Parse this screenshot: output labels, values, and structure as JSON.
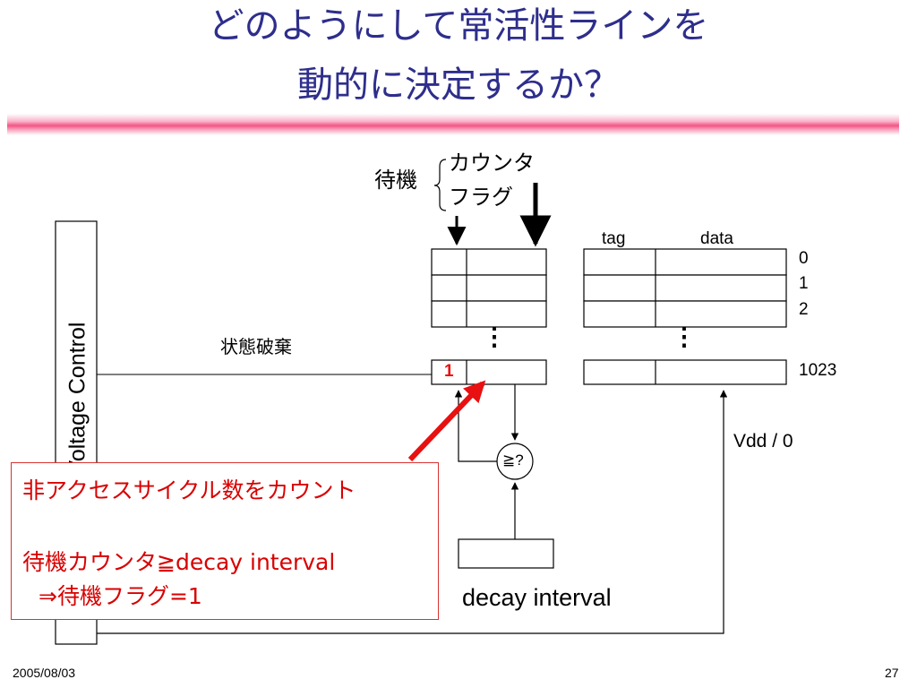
{
  "title": {
    "line1": "どのようにして常活性ラインを",
    "line2": "動的に決定するか？"
  },
  "diagram": {
    "standby_label": "待機",
    "counter_label": "カウンタ",
    "flag_label": "フラグ",
    "tag_label": "tag",
    "data_label": "data",
    "index_0": "0",
    "index_1": "1",
    "index_2": "2",
    "index_last": "1023",
    "ellipsis": "⋮",
    "discard_label": "状態破棄",
    "flag_value": "1",
    "compare_label": "≧?",
    "vdd_label": "Vdd / 0",
    "decay_label": "decay interval",
    "vertical_label": "Voltage Control"
  },
  "note": {
    "line1": "非アクセスサイクル数をカウント",
    "line2": "待機カウンタ≧decay interval",
    "line3": "⇒待機フラグ=1"
  },
  "footer": {
    "date": "2005/08/03",
    "page": "27"
  },
  "colors": {
    "title": "#2e2e8c",
    "accent_red": "#e81010",
    "divider_pink": "#f35587"
  }
}
